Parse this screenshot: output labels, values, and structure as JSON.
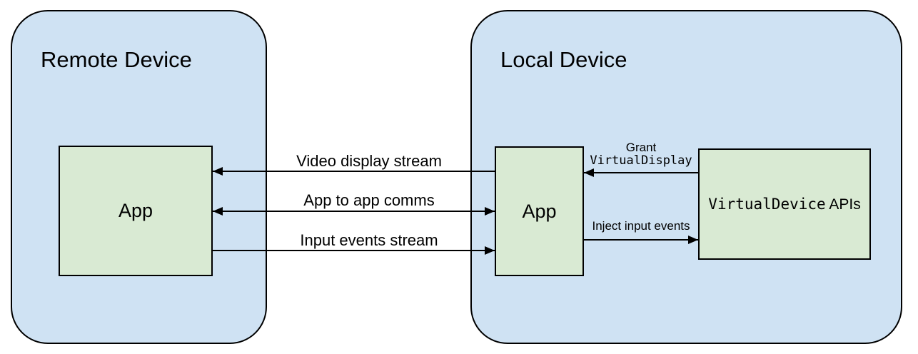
{
  "remote_device": {
    "title": "Remote Device",
    "app_label": "App"
  },
  "local_device": {
    "title": "Local Device",
    "app_label": "App",
    "api_box": {
      "name_mono": "VirtualDevice",
      "name_rest": " APIs"
    }
  },
  "connections": [
    {
      "id": "video-display-stream",
      "label": "Video display stream",
      "direction": "left"
    },
    {
      "id": "app-to-app-comms",
      "label": "App to app comms",
      "direction": "both"
    },
    {
      "id": "input-events-stream",
      "label": "Input events stream",
      "direction": "right"
    },
    {
      "id": "grant-virtualdisplay",
      "label_line1": "Grant",
      "label_line2_mono": "VirtualDisplay",
      "direction": "left"
    },
    {
      "id": "inject-input-events",
      "label": "Inject input events",
      "direction": "right"
    }
  ],
  "colors": {
    "device_fill": "#cfe2f3",
    "box_fill": "#d9ead3",
    "border": "#000000",
    "background": "#ffffff"
  }
}
